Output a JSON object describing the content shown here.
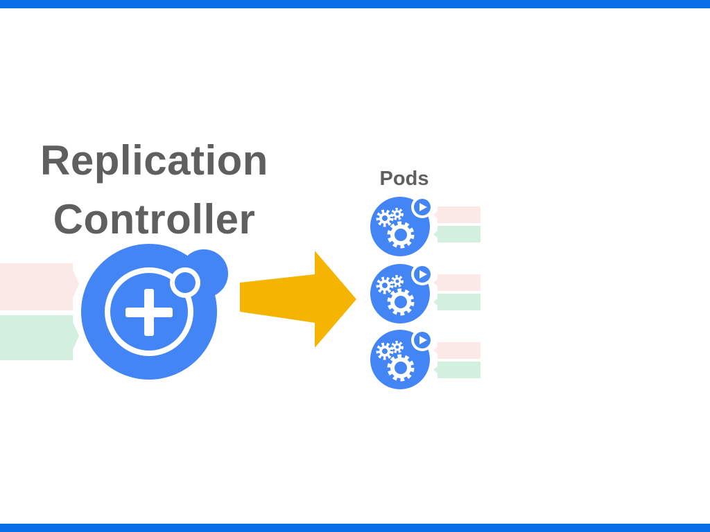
{
  "controller": {
    "title_line1": "Replication",
    "title_line2": "Controller",
    "icon": "plus-icon"
  },
  "pods": {
    "label": "Pods",
    "count": 3,
    "icons": [
      "gears-icon",
      "play-icon"
    ]
  },
  "colors": {
    "frame_blue": "#0a6ee8",
    "kubernetes_blue": "#4385f4",
    "title_gray": "#5f5f5f",
    "arrow_yellow": "#f4b400",
    "label_pink": "#fbe9e7",
    "label_green": "#d3efe0"
  }
}
